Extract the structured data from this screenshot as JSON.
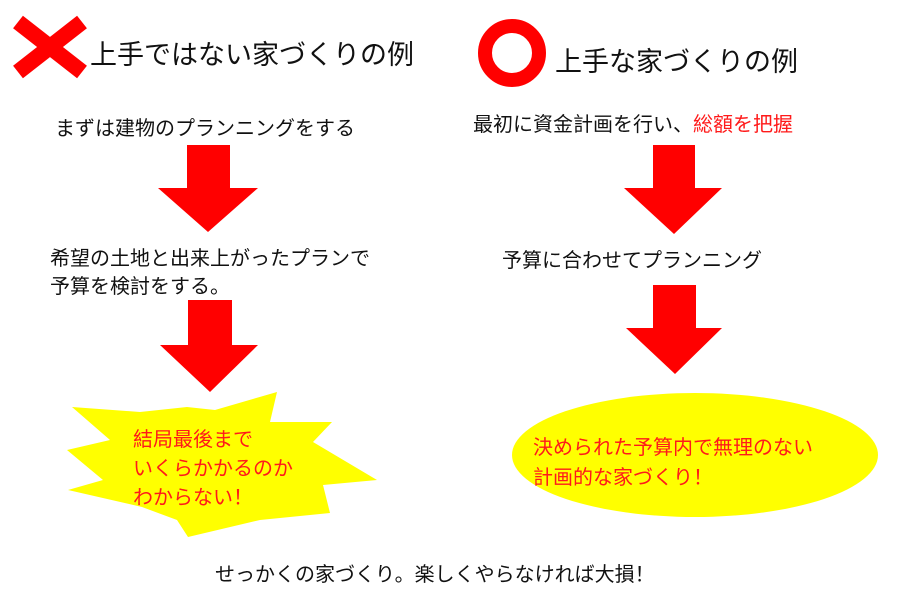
{
  "colors": {
    "red": "#ff0000",
    "yellow": "#ffff00"
  },
  "bad": {
    "title": "上手ではない家づくりの例",
    "icon": "cross-icon",
    "step1": "まずは建物のプランニングをする",
    "step2_line1": "希望の土地と出来上がったプランで",
    "step2_line2": "予算を検討をする。",
    "result_line1": "結局最後まで",
    "result_line2": "いくらかかるのか",
    "result_line3": "わからない！"
  },
  "good": {
    "title": "上手な家づくりの例",
    "icon": "circle-icon",
    "step1": "最初に資金計画を行い、",
    "step1_highlight": "総額を把握",
    "step2": "予算に合わせてプランニング",
    "result_line1": "決められた予算内で無理のない",
    "result_line2": "計画的な家づくり！"
  },
  "footer": "せっかくの家づくり。楽しくやらなければ大損！"
}
